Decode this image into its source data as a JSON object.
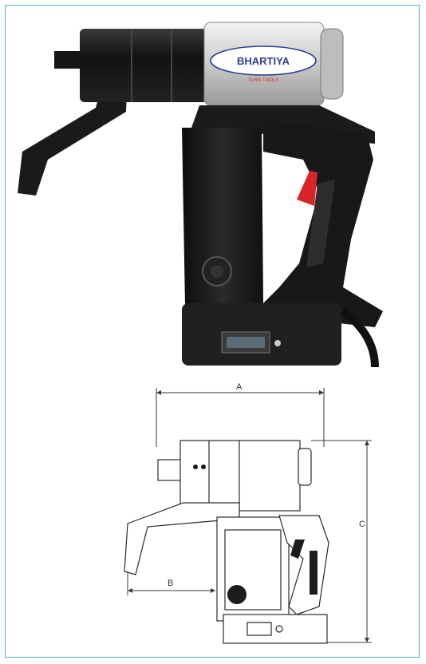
{
  "brand": {
    "name": "BHARTIYA",
    "tagline": "TURN TOOLS"
  },
  "dimensions": {
    "a": "A",
    "b": "B",
    "c": "C"
  },
  "colors": {
    "frame_border": "#5aa9d6",
    "tool_body": "#1c1c1e",
    "gearbox_silver": "#d4d4d4",
    "trigger_red": "#d8252a",
    "brand_blue": "#2c3e91",
    "brand_red": "#d8252a"
  }
}
